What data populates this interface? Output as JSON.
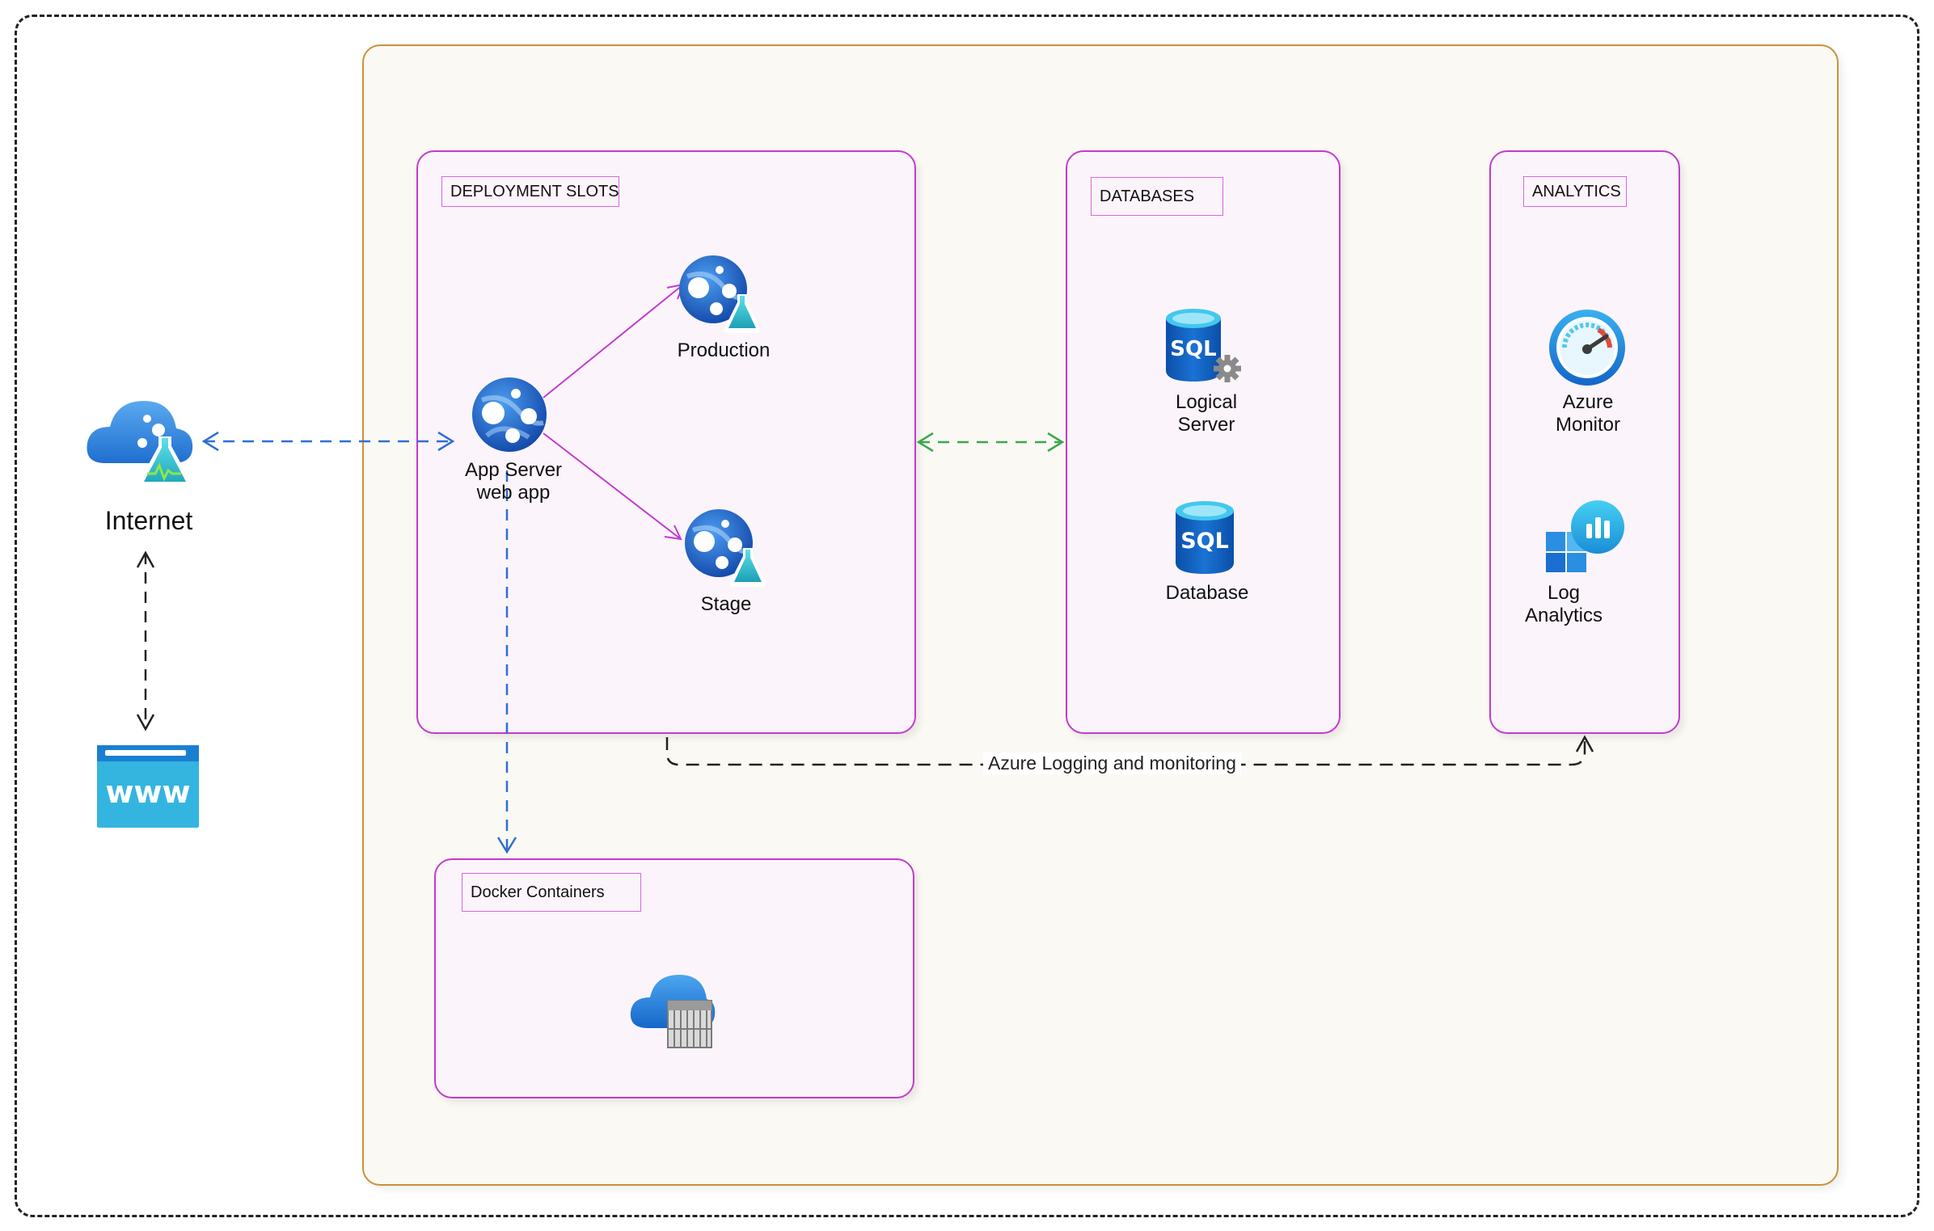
{
  "colors": {
    "group_border": "#c23bcf",
    "environment_border": "#c9923a",
    "flow_blue": "#2f6fd1",
    "flow_green": "#3aa84c",
    "flow_magenta": "#c23bcf",
    "azure_blue": "#0078d4"
  },
  "nodes": {
    "internet": {
      "label": "Internet",
      "icon": "cloud-flask-icon"
    },
    "www": {
      "icon": "www-icon",
      "text": "www"
    },
    "app_server": {
      "label_line1": "App Server",
      "label_line2": "web app",
      "icon": "app-service-icon"
    },
    "production": {
      "label": "Production",
      "icon": "app-service-slot-icon"
    },
    "stage": {
      "label": "Stage",
      "icon": "app-service-slot-icon"
    },
    "logical_server": {
      "label_line1": "Logical",
      "label_line2": "Server",
      "icon": "sql-server-icon",
      "text": "SQL"
    },
    "database": {
      "label": "Database",
      "icon": "sql-database-icon",
      "text": "SQL"
    },
    "azure_monitor": {
      "label_line1": "Azure",
      "label_line2": "Monitor",
      "icon": "monitor-gauge-icon"
    },
    "log_analytics": {
      "label_line1": "Log",
      "label_line2": "Analytics",
      "icon": "log-analytics-icon"
    },
    "docker": {
      "icon": "container-registry-icon"
    }
  },
  "groups": {
    "deployment_slots": "DEPLOYMENT SLOTS",
    "databases": "DATABASES",
    "analytics": "ANALYTICS",
    "docker_containers": "Docker Containers"
  },
  "connectors": {
    "logging": "Azure Logging and monitoring"
  }
}
